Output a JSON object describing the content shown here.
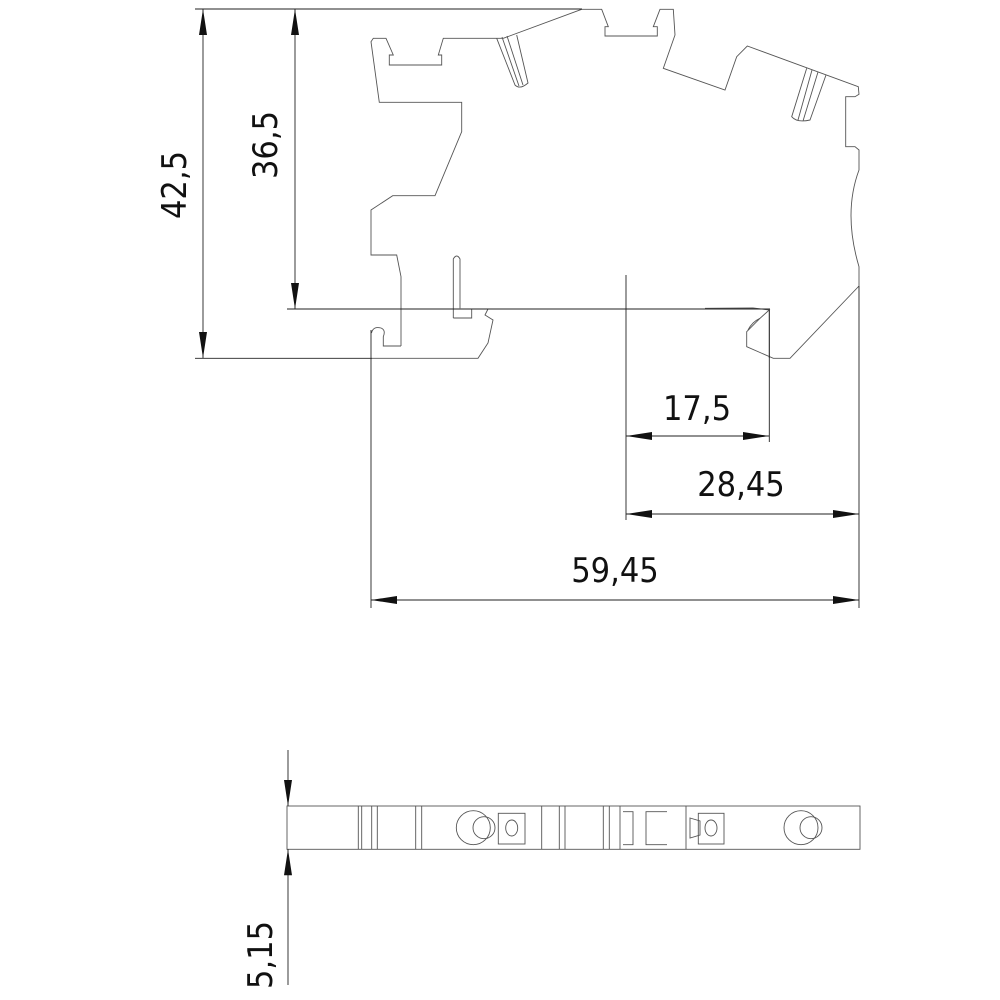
{
  "drawing": {
    "side_view": {
      "dimensions": {
        "height_total": "42,5",
        "height_to_rail": "36,5",
        "width_17_5": "17,5",
        "width_28_45": "28,45",
        "width_total": "59,45"
      }
    },
    "top_view": {
      "dimensions": {
        "thickness": "5,15"
      }
    }
  }
}
